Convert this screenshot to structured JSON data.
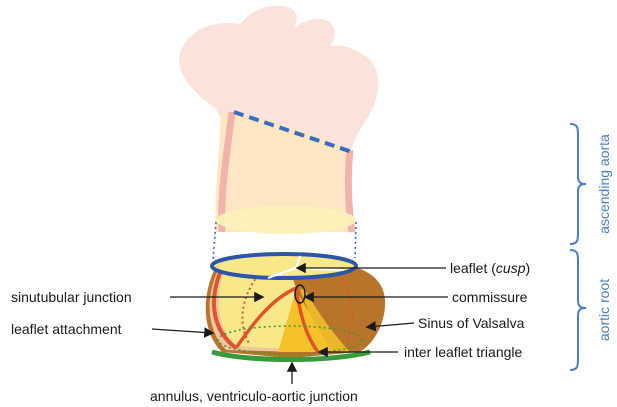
{
  "labels": {
    "leaflet_prefix": "leaflet (",
    "leaflet_italic": "cusp",
    "leaflet_suffix": ")",
    "sinutubular_junction": "sinutubular junction",
    "commissure": "commissure",
    "leaflet_attachment": "leaflet attachment",
    "sinus_of_valsalva": "Sinus of Valsalva",
    "inter_leaflet_triangle": "inter leaflet triangle",
    "annulus": "annulus, ventriculo-aortic junction"
  },
  "brackets": {
    "ascending_aorta": "ascending aorta",
    "aortic_root": "aortic root"
  },
  "colors": {
    "arch_fill": "#fbe3dc",
    "aorta_wall": "#f2b3ad",
    "aorta_inner": "#fde7c3",
    "dashed_line": "#3a6cc0",
    "stj_ring": "#2e56a8",
    "sinus_brown": "#b8742a",
    "leaflet_yellow": "#f8e88a",
    "attachment_red": "#e0542a",
    "triangle_yellow": "#f5c22a",
    "annulus_green": "#3a9a3a",
    "bracket_blue": "#4a7fc0"
  }
}
